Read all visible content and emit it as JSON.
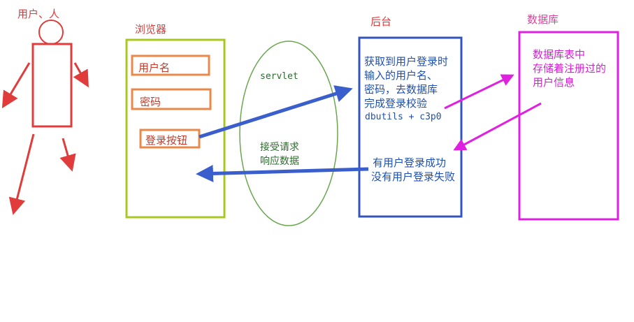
{
  "user": {
    "label": "用户、人"
  },
  "browser": {
    "title": "浏览器",
    "username_field": "用户名",
    "password_field": "密码",
    "login_button": "登录按钮"
  },
  "servlet": {
    "name": "servlet",
    "desc_line1": "接受请求",
    "desc_line2": "响应数据"
  },
  "backend": {
    "title": "后台",
    "line1": "获取到用户登录时",
    "line2": "输入的用户名、",
    "line3": "密码，去数据库",
    "line4": "完成登录校验",
    "tech": "dbutils + c3p0",
    "result_line1": "有用户登录成功",
    "result_line2": "没有用户登录失败"
  },
  "database": {
    "title": "数据库",
    "line1": "数据库表中",
    "line2": "存储着注册过的",
    "line3": "用户信息"
  },
  "colors": {
    "user": "#e03c3c",
    "browser_box": "#a8c820",
    "field_box": "#e8884a",
    "servlet_ellipse": "#6aa84f",
    "backend_box": "#3355bb",
    "database_box": "#e020e0",
    "blue_arrow": "#3a5fcd",
    "pink_arrow": "#e020e0"
  }
}
